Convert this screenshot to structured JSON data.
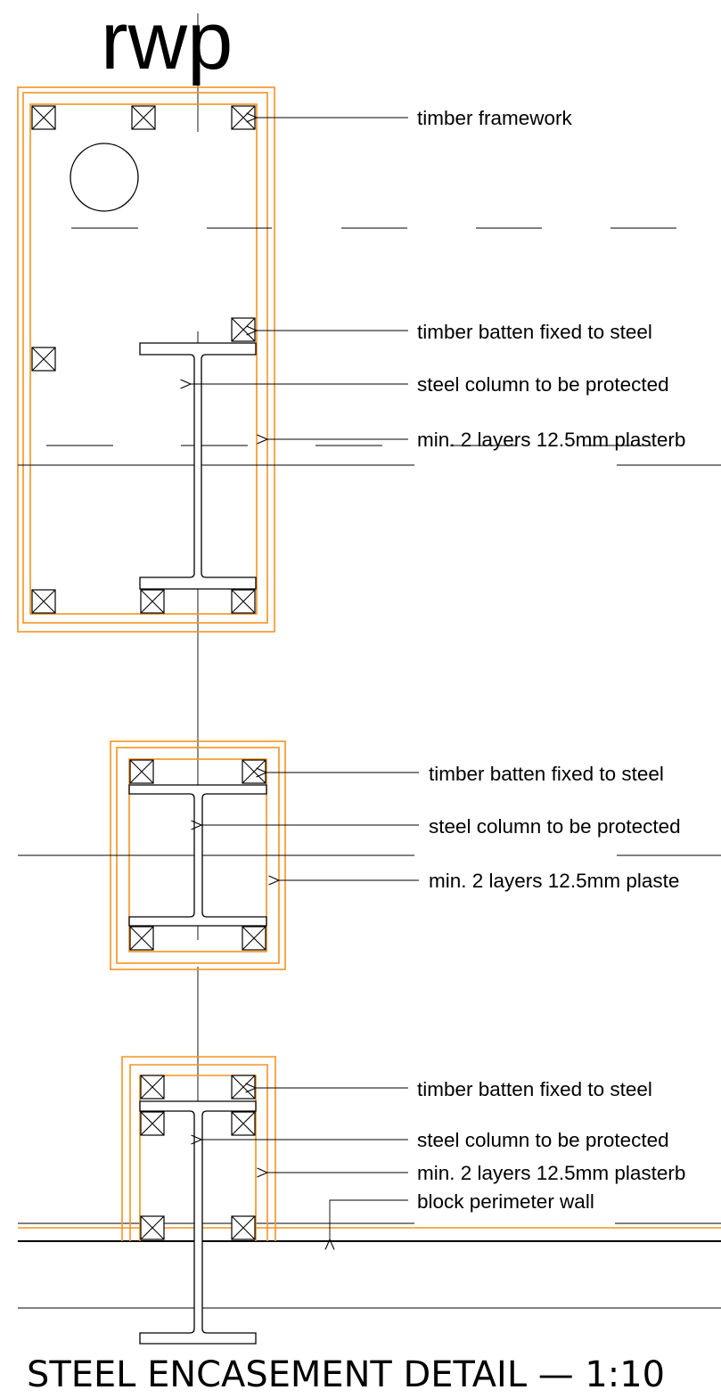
{
  "drawing": {
    "marker": "rwp",
    "title": "STEEL ENCASEMENT DETAIL — 1:10"
  },
  "detail_1": {
    "label_framework": "timber framework",
    "label_batten": "timber batten fixed to steel",
    "label_column": "steel column to be protected",
    "label_plaster": "min. 2 layers 12.5mm plasterb"
  },
  "detail_2": {
    "label_batten": "timber batten fixed to steel",
    "label_column": "steel column to be protected",
    "label_plaster": "min. 2 layers 12.5mm plaste"
  },
  "detail_3": {
    "label_batten": "timber batten fixed to steel",
    "label_column": "steel column to be protected",
    "label_plaster": "min. 2 layers 12.5mm plasterb",
    "label_wall": "block perimeter wall"
  },
  "colors": {
    "board": "#f7931e",
    "ink": "#000000",
    "background": "#ffffff"
  }
}
